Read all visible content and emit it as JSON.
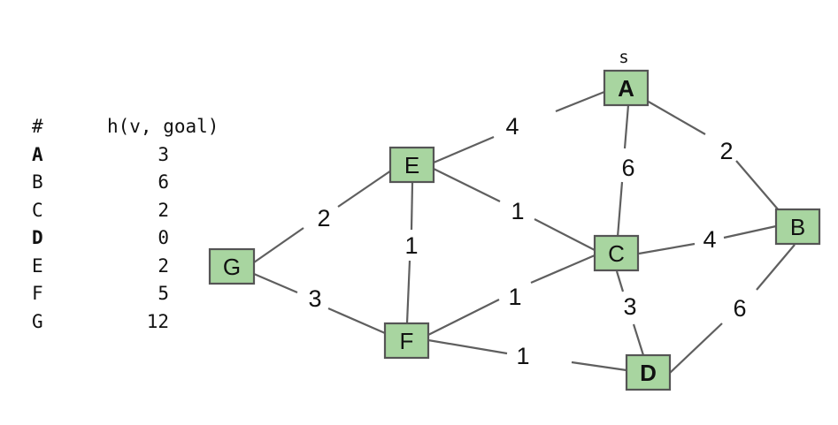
{
  "heuristic_table": {
    "header": {
      "node": "#",
      "heuristic": "h(v, goal)"
    },
    "rows": [
      {
        "node": "A",
        "value": "3",
        "bold": true
      },
      {
        "node": "B",
        "value": "6",
        "bold": false
      },
      {
        "node": "C",
        "value": "2",
        "bold": false
      },
      {
        "node": "D",
        "value": "0",
        "bold": true
      },
      {
        "node": "E",
        "value": "2",
        "bold": false
      },
      {
        "node": "F",
        "value": "5",
        "bold": false
      },
      {
        "node": "G",
        "value": "12",
        "bold": false
      }
    ]
  },
  "graph": {
    "start_marker": "s",
    "nodes": [
      {
        "id": "A",
        "bold": true
      },
      {
        "id": "B",
        "bold": false
      },
      {
        "id": "C",
        "bold": false
      },
      {
        "id": "D",
        "bold": true
      },
      {
        "id": "E",
        "bold": false
      },
      {
        "id": "F",
        "bold": false
      },
      {
        "id": "G",
        "bold": false
      }
    ],
    "edges": [
      {
        "from": "A",
        "to": "E",
        "weight": "4"
      },
      {
        "from": "A",
        "to": "C",
        "weight": "6"
      },
      {
        "from": "A",
        "to": "B",
        "weight": "2"
      },
      {
        "from": "E",
        "to": "G",
        "weight": "2"
      },
      {
        "from": "E",
        "to": "F",
        "weight": "1"
      },
      {
        "from": "E",
        "to": "C",
        "weight": "1"
      },
      {
        "from": "G",
        "to": "F",
        "weight": "3"
      },
      {
        "from": "F",
        "to": "C",
        "weight": "1"
      },
      {
        "from": "F",
        "to": "D",
        "weight": "1"
      },
      {
        "from": "C",
        "to": "B",
        "weight": "4"
      },
      {
        "from": "C",
        "to": "D",
        "weight": "3"
      },
      {
        "from": "B",
        "to": "D",
        "weight": "6"
      }
    ]
  }
}
